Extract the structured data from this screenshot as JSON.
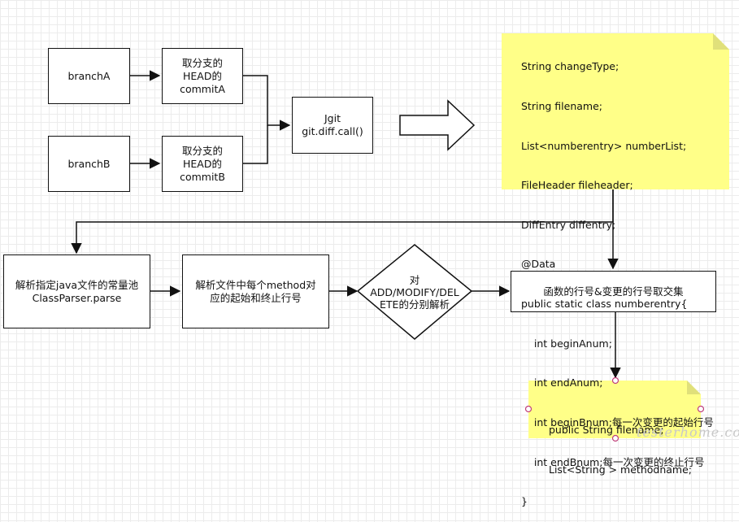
{
  "nodes": {
    "branch_a": "branchA",
    "branch_b": "branchB",
    "head_commit_a": "取分支的\nHEAD的\ncommitA",
    "head_commit_b": "取分支的\nHEAD的\ncommitB",
    "jgit": "Jgit\ngit.diff.call()",
    "parse_constant_pool": "解析指定java文件的常量池\nClassParser.parse",
    "parse_methods": "解析文件中每个method对\n应的起始和终止行号",
    "decision": "对\nADD/MODIFY/DEL\nETE的分别解析",
    "intersection": "函数的行号&变更的行号取交集"
  },
  "notes": {
    "diff_entry_note": [
      "String changeType;",
      "String filename;",
      "List<numberentry> numberList;",
      "FileHeader fileheader;",
      "DiffEntry diffentry;",
      "@Data",
      "public static class numberentry{",
      "    int beginAnum;",
      "    int endAnum;",
      "    int beginBnum;每一次变更的起始行号",
      "    int endBnum;每一次变更的终止行号",
      "}"
    ],
    "result_note": [
      "public String filename;",
      "List<String > methodname;"
    ]
  },
  "watermark": "testerhome.com",
  "colors": {
    "note_fill": "#ffff88",
    "note_fold": "#e0e07a",
    "stroke": "#111111",
    "handle": "#c0407a"
  }
}
